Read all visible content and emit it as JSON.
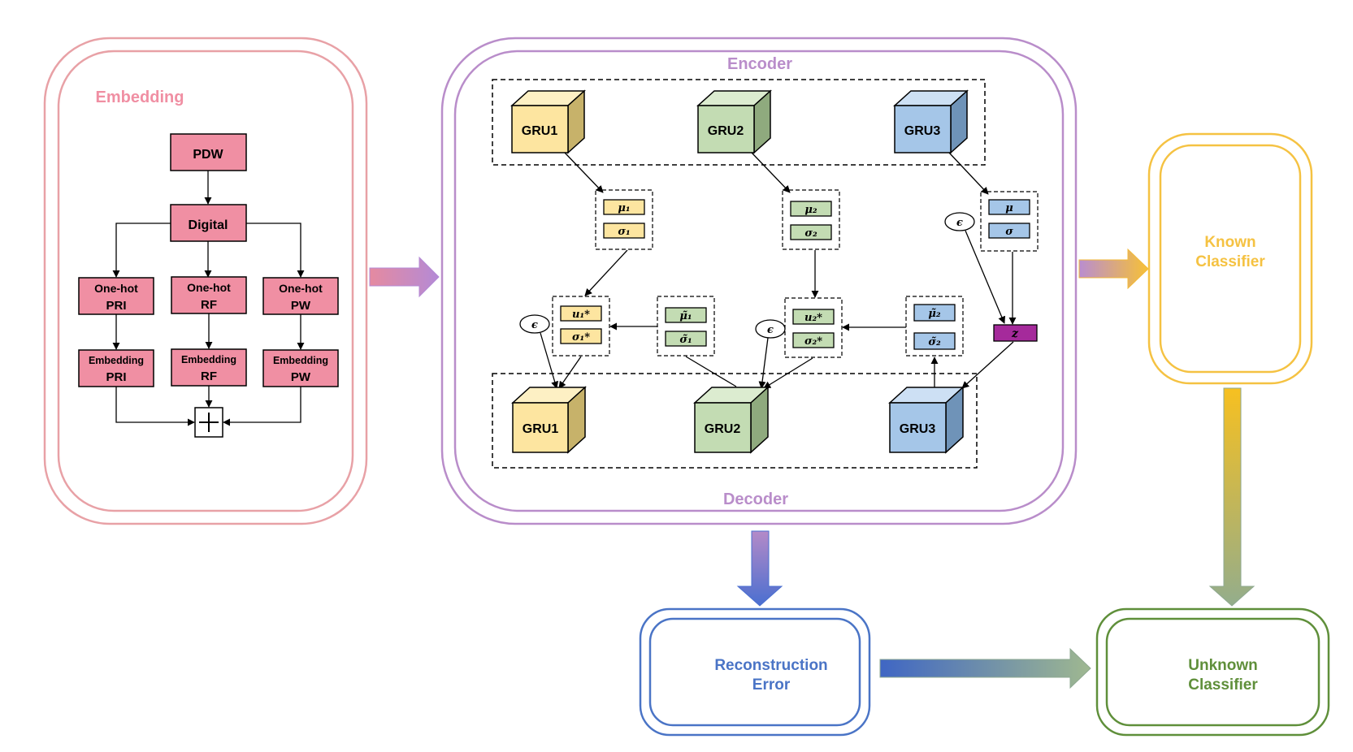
{
  "embedding": {
    "title": "Embedding",
    "pdw": "PDW",
    "digital": "Digital",
    "onehot": [
      {
        "line1": "One-hot",
        "line2": "PRI"
      },
      {
        "line1": "One-hot",
        "line2": "RF"
      },
      {
        "line1": "One-hot",
        "line2": "PW"
      }
    ],
    "emb": [
      {
        "line1": "Embedding",
        "line2": "PRI"
      },
      {
        "line1": "Embedding",
        "line2": "RF"
      },
      {
        "line1": "Embedding",
        "line2": "PW"
      }
    ],
    "plus": "+"
  },
  "vae": {
    "encoder_label": "Encoder",
    "decoder_label": "Decoder",
    "encoder_grus": [
      "GRU1",
      "GRU2",
      "GRU3"
    ],
    "decoder_grus": [
      "GRU1",
      "GRU2",
      "GRU3"
    ],
    "enc_stats": [
      {
        "mu": "μ₁",
        "sigma": "σ₁"
      },
      {
        "mu": "μ₂",
        "sigma": "σ₂"
      },
      {
        "mu": "μ",
        "sigma": "σ"
      }
    ],
    "star_stats": [
      {
        "u": "u₁*",
        "sigma": "σ₁*"
      },
      {
        "u": "u₂*",
        "sigma": "σ₂*"
      }
    ],
    "tilde_stats": [
      {
        "mu": "μ̃₁",
        "sigma": "σ̃₁"
      },
      {
        "mu": "μ̃₂",
        "sigma": "σ̃₂"
      }
    ],
    "epsilon": "ϵ",
    "z": "z"
  },
  "known_classifier": {
    "line1": "Known",
    "line2": "Classifier"
  },
  "reconstruction_error": {
    "line1": "Reconstruction",
    "line2": "Error"
  },
  "unknown_classifier": {
    "line1": "Unknown",
    "line2": "Classifier"
  },
  "colors": {
    "pink": "#f08fa3",
    "pink_border": "#e8a1a6",
    "purple": "#b98dca",
    "yellow": "#f5c242",
    "blue": "#4a74c6",
    "green": "#5f8f3a",
    "gru_yellow": "#fde5a0",
    "gru_green": "#c3dcb3",
    "gru_blue": "#a5c6e8",
    "z_purple": "#a52a9b"
  }
}
